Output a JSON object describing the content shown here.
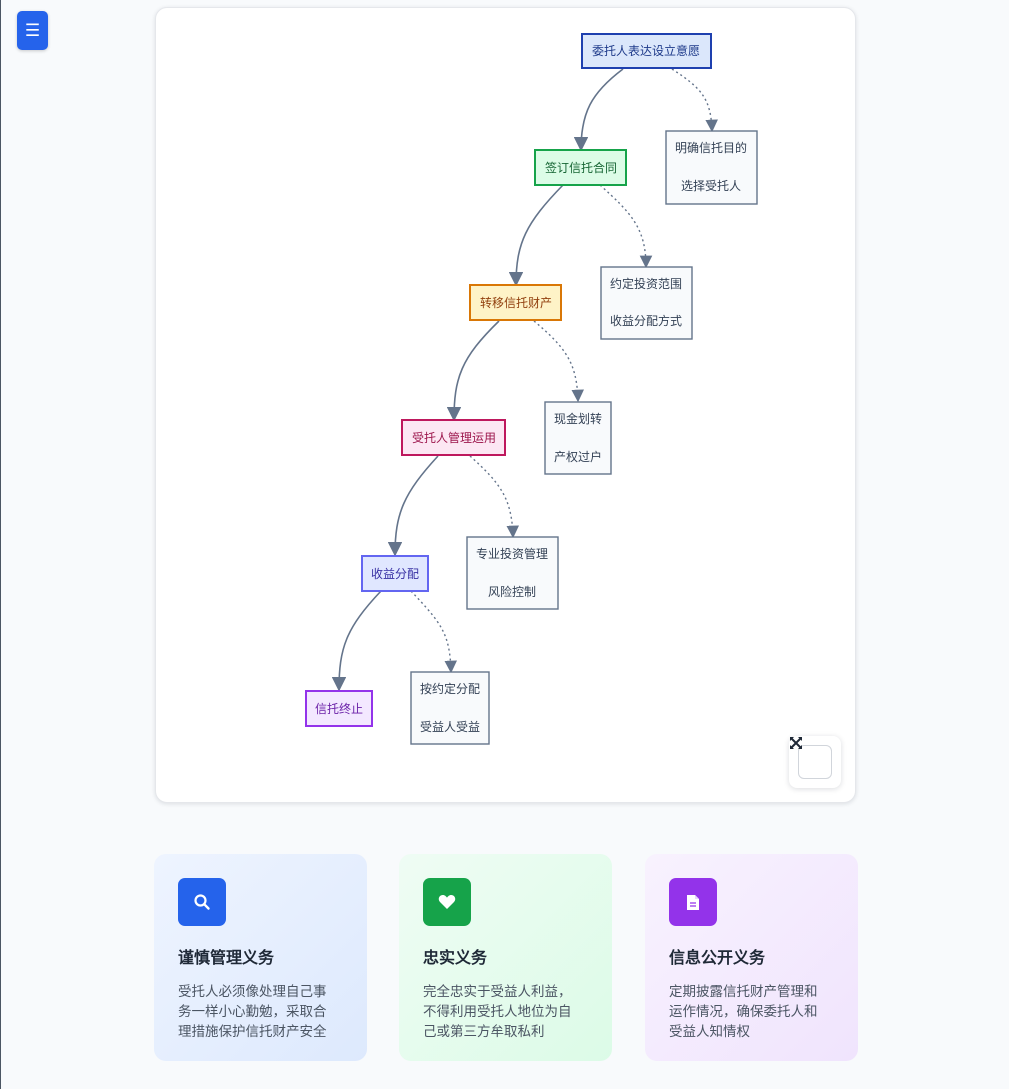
{
  "menu": {
    "icon": "hamburger-icon",
    "label": "☰"
  },
  "diagram": {
    "nodes": [
      {
        "id": "n1",
        "label": "委托人表达设立意愿"
      },
      {
        "id": "n2",
        "label": "签订信托合同"
      },
      {
        "id": "n3",
        "label": "转移信托财产"
      },
      {
        "id": "n4",
        "label": "受托人管理运用"
      },
      {
        "id": "n5",
        "label": "收益分配"
      },
      {
        "id": "n6",
        "label": "信托终止"
      },
      {
        "id": "d1",
        "lines": [
          "明确信托目的",
          "选择受托人"
        ]
      },
      {
        "id": "d2",
        "lines": [
          "约定投资范围",
          "收益分配方式"
        ]
      },
      {
        "id": "d3",
        "lines": [
          "现金划转",
          "产权过户"
        ]
      },
      {
        "id": "d4",
        "lines": [
          "专业投资管理",
          "风险控制"
        ]
      },
      {
        "id": "d5",
        "lines": [
          "按约定分配",
          "受益人受益"
        ]
      }
    ],
    "colors": {
      "n1": {
        "fill": "#dbe7fb",
        "stroke": "#1e40af",
        "text": "#1e3a8a"
      },
      "n2": {
        "fill": "#dcfce7",
        "stroke": "#16a34a",
        "text": "#166534"
      },
      "n3": {
        "fill": "#fef3c7",
        "stroke": "#d97706",
        "text": "#92400e"
      },
      "n4": {
        "fill": "#fce7f3",
        "stroke": "#be185d",
        "text": "#9d174d"
      },
      "n5": {
        "fill": "#e0e7ff",
        "stroke": "#6366f1",
        "text": "#3730a3"
      },
      "n6": {
        "fill": "#f3e8ff",
        "stroke": "#9333ea",
        "text": "#6b21a8"
      },
      "detail": {
        "fill": "#f8fafc",
        "stroke": "#64748b",
        "text": "#334155"
      },
      "edge": "#64748b"
    },
    "fullscreen_icon": "expand-icon"
  },
  "cards": [
    {
      "icon": "search-icon",
      "color": "#2563eb",
      "title": "谨慎管理义务",
      "lines": [
        "受托人必须像处理自己事",
        "务一样小心勤勉，采取合",
        "理措施保护信托财产安全"
      ]
    },
    {
      "icon": "heart-icon",
      "color": "#16a34a",
      "title": "忠实义务",
      "lines": [
        "完全忠实于受益人利益，",
        "不得利用受托人地位为自",
        "己或第三方牟取私利"
      ]
    },
    {
      "icon": "document-icon",
      "color": "#9333ea",
      "title": "信息公开义务",
      "lines": [
        "定期披露信托财产管理和",
        "运作情况，确保委托人和",
        "受益人知情权"
      ]
    }
  ]
}
